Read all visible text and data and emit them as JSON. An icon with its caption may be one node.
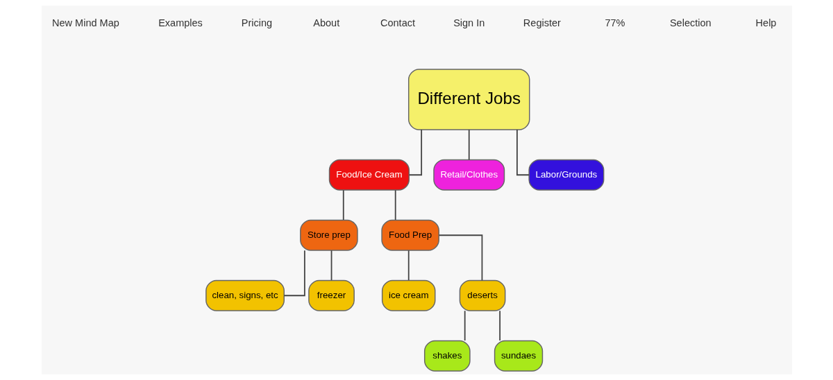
{
  "diagram": {
    "nodes": [
      {
        "text": [
          "Different Jobs"
        ]
      },
      {
        "text": [
          "Food/Ice Cream"
        ]
      },
      {
        "text": [
          "Retail/Clothes"
        ]
      },
      {
        "text": [
          "Labor/Grounds"
        ]
      },
      {
        "text": [
          "Store prep"
        ]
      },
      {
        "text": [
          "Food Prep"
        ]
      },
      {
        "text": [
          "clean, signs, etc"
        ]
      },
      {
        "text": [
          "freezer"
        ]
      },
      {
        "text": [
          "ice cream"
        ]
      },
      {
        "text": [
          "deserts"
        ]
      },
      {
        "text": [
          "shakes"
        ]
      },
      {
        "text": [
          "sundaes"
        ]
      }
    ],
    "edges": [
      {
        "from": 0,
        "to": 1,
        "arrow": "none"
      },
      {
        "from": 0,
        "to": 2,
        "arrow": "none"
      },
      {
        "from": 0,
        "to": 3,
        "arrow": "none"
      },
      {
        "from": 1,
        "to": 4,
        "arrow": "none"
      },
      {
        "from": 1,
        "to": 5,
        "arrow": "none"
      },
      {
        "from": 4,
        "to": 6,
        "arrow": "none"
      },
      {
        "from": 4,
        "to": 7,
        "arrow": "none"
      },
      {
        "from": 5,
        "to": 8,
        "arrow": "none"
      },
      {
        "from": 5,
        "to": 9,
        "arrow": "none"
      },
      {
        "from": 9,
        "to": 10,
        "arrow": "none"
      },
      {
        "from": 9,
        "to": 11,
        "arrow": "none"
      }
    ],
    "labels": [
      "New Mind Map",
      "Examples",
      "Pricing",
      "About",
      "Contact",
      "Sign In",
      "Register",
      "77%",
      "Selection",
      "Help"
    ]
  }
}
